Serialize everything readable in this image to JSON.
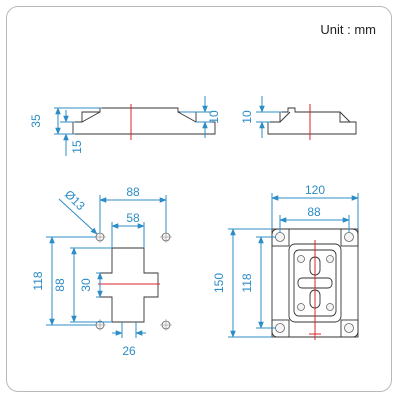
{
  "unit_label": "Unit : mm",
  "side_left": {
    "d_35": "35",
    "d_15": "15",
    "d_10": "10"
  },
  "side_right": {
    "d_10": "10"
  },
  "hole_pattern": {
    "d_13": "Ø13",
    "d_88_top": "88",
    "d_58": "58",
    "d_118": "118",
    "d_88_left": "88",
    "d_30": "30",
    "d_26": "26"
  },
  "plate": {
    "d_120": "120",
    "d_88": "88",
    "d_150": "150",
    "d_118": "118"
  },
  "colors": {
    "dimension": "#2c8cc6",
    "centerline": "#d9262c",
    "outline": "#333333"
  }
}
